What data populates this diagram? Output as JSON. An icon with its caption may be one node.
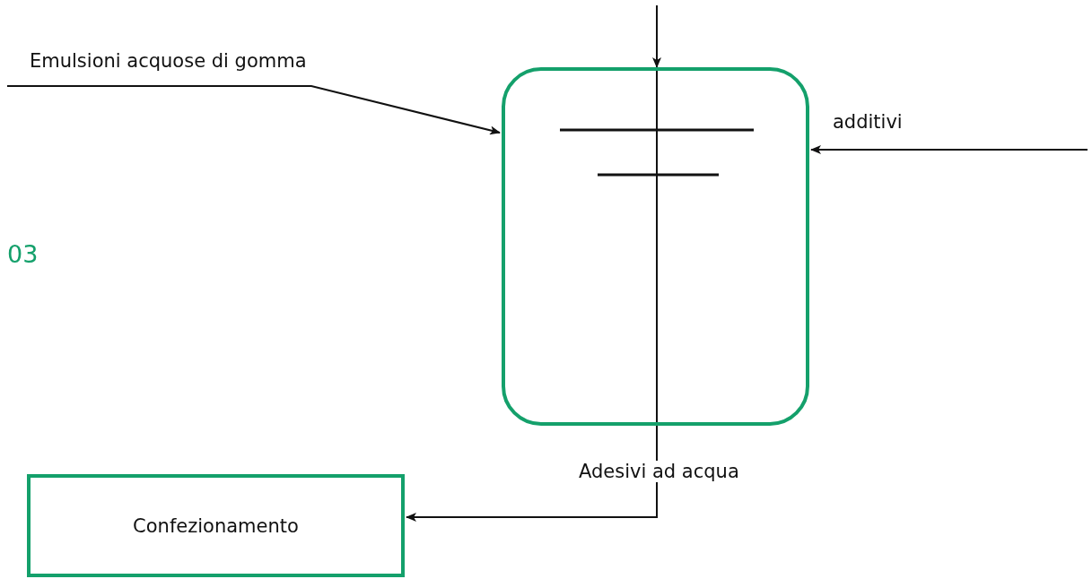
{
  "diagram": {
    "nodes": [
      {
        "text": [],
        "shape": "box"
      },
      {
        "text": [
          "Confezionamento"
        ]
      }
    ],
    "edges": [
      {
        "from": null,
        "to": 0,
        "arrow": "to"
      },
      {
        "from": null,
        "to": 0,
        "arrow": "to",
        "label": "Emulsioni acquose di gomma"
      },
      {
        "from": null,
        "to": 0,
        "arrow": "to",
        "label": "additivi"
      },
      {
        "from": 0,
        "to": 1,
        "arrow": "to",
        "label": "Adesivi ad acqua"
      }
    ],
    "labels": [
      "03"
    ]
  }
}
